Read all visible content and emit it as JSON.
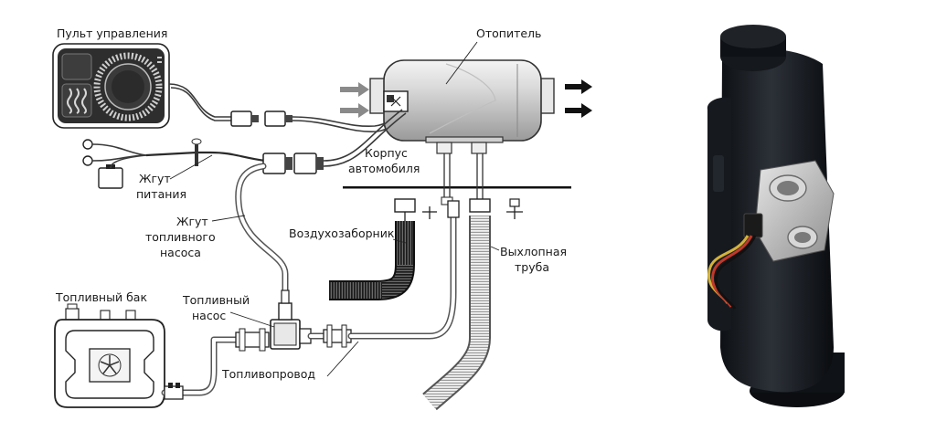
{
  "labels": {
    "control_panel": "Пульт управления",
    "heater": "Отопитель",
    "car_body_1": "Корпус",
    "car_body_2": "автомобиля",
    "power_harness_1": "Жгут",
    "power_harness_2": "питания",
    "pump_harness_1": "Жгут",
    "pump_harness_2": "топливного",
    "pump_harness_3": "насоса",
    "air_intake": "Воздухозаборник",
    "exhaust_1": "Выхлопная",
    "exhaust_2": "труба",
    "fuel_tank": "Топливный бак",
    "fuel_pump_1": "Топливный",
    "fuel_pump_2": "насос",
    "fuel_line": "Топливопровод"
  },
  "colors": {
    "ink": "#1a1a1a",
    "arrow_in": "#8a8a8a",
    "arrow_out": "#111111",
    "heater_body": "#3b3f45",
    "panel_bg": "#2e2e2e"
  },
  "icons": {
    "heat": "heat-waves-icon",
    "tank_fan": "fan-icon"
  }
}
